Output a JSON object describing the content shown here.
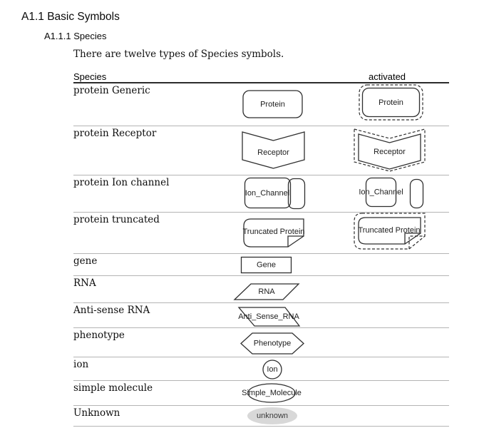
{
  "page": {
    "section_title": "A1.1 Basic Symbols",
    "subsection_title": "A1.1.1 Species",
    "intro_text": "There are twelve types of Species symbols."
  },
  "table": {
    "headers": {
      "species": "Species",
      "activated": "activated"
    },
    "rows": [
      {
        "label": "protein Generic",
        "symbol_text": "Protein",
        "shape": "rounded-rectangle",
        "has_activated": true
      },
      {
        "label": "protein Receptor",
        "symbol_text": "Receptor",
        "shape": "receptor-chevron",
        "has_activated": true
      },
      {
        "label": "protein Ion channel",
        "symbol_text": "Ion_Channel",
        "shape": "ion-channel-pair",
        "has_activated": true
      },
      {
        "label": "protein truncated",
        "symbol_text": "Truncated Protein",
        "shape": "truncated-rect",
        "has_activated": true
      },
      {
        "label": "gene",
        "symbol_text": "Gene",
        "shape": "rectangle",
        "has_activated": false
      },
      {
        "label": "RNA",
        "symbol_text": "RNA",
        "shape": "parallelogram-right",
        "has_activated": false
      },
      {
        "label": "Anti-sense RNA",
        "symbol_text": "Anti_Sense_RNA",
        "shape": "parallelogram-left",
        "has_activated": false
      },
      {
        "label": "phenotype",
        "symbol_text": "Phenotype",
        "shape": "hexagon",
        "has_activated": false
      },
      {
        "label": "ion",
        "symbol_text": "Ion",
        "shape": "circle",
        "has_activated": false
      },
      {
        "label": "simple molecule",
        "symbol_text": "Simple_Molecule",
        "shape": "ellipse",
        "has_activated": false
      },
      {
        "label": "Unknown",
        "symbol_text": "unknown",
        "shape": "filled-ellipse",
        "has_activated": false
      }
    ],
    "colors": {
      "shape_stroke": "#2f2f2f",
      "unknown_fill": "#d8d8d8",
      "row_divider": "#b4b4b4",
      "header_rule": "#2b2b2b"
    }
  }
}
